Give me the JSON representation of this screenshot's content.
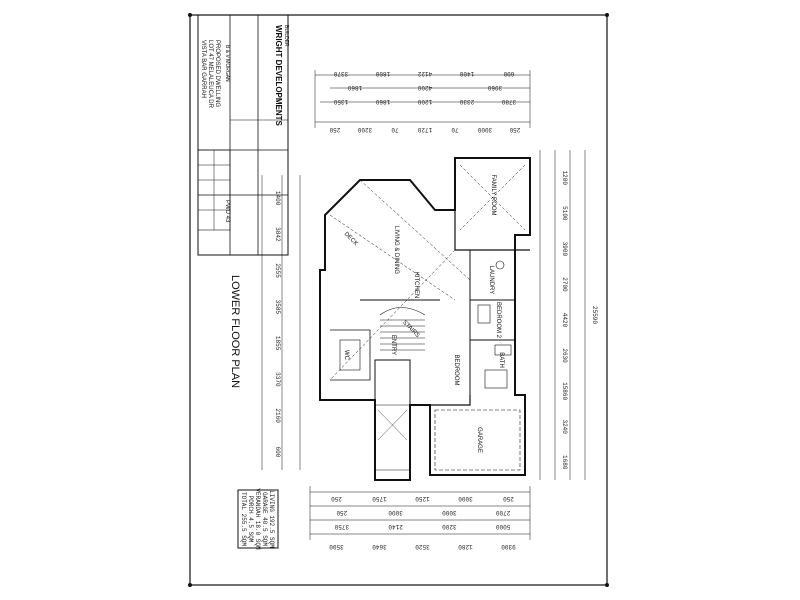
{
  "sheet": {
    "title": "LOWER FLOOR PLAN"
  },
  "title_block": {
    "builder_label": "BUILDER",
    "company": "WRIGHT DEVELOPMENTS",
    "client": "B & V MORGAN",
    "project_lines": [
      "PROPOSED DWELLING",
      "LOT 47 MELALEUCA DR",
      "VISTA BAR GARRAH"
    ],
    "drawing_no": "PWD 43"
  },
  "rooms": [
    {
      "label": "FAMILY ROOM"
    },
    {
      "label": "LIVING & DINING"
    },
    {
      "label": "BEDROOM 2"
    },
    {
      "label": "BEDROOM"
    },
    {
      "label": "LAUNDRY"
    },
    {
      "label": "GARAGE"
    },
    {
      "label": "KITCHEN"
    },
    {
      "label": "ENTRY"
    },
    {
      "label": "BATH"
    },
    {
      "label": "WC"
    },
    {
      "label": "STAIRS"
    },
    {
      "label": "DECK"
    }
  ],
  "dimensions": {
    "top_row1": [
      "3370",
      "1800",
      "4122",
      "1400",
      "600"
    ],
    "top_row2": [
      "1860",
      "4200",
      "3960"
    ],
    "top_row3": [
      "1350",
      "1860",
      "1200",
      "2330",
      "3780"
    ],
    "top_row4": [
      "250",
      "3200",
      "70",
      "1720",
      "70",
      "3000",
      "250"
    ],
    "left_col": [
      "1400",
      "3842",
      "2555",
      "3585",
      "1855",
      "3370",
      "2160",
      "600"
    ],
    "right_col": [
      "1200",
      "5100",
      "3900",
      "2700",
      "4420",
      "2630",
      "15860",
      "3240",
      "1680"
    ],
    "bottom_row1": [
      "250",
      "1750",
      "1250",
      "3000",
      "250"
    ],
    "bottom_row2": [
      "250",
      "3000",
      "3000",
      "2700"
    ],
    "bottom_row3": [
      "3750",
      "2140",
      "3200",
      "5000"
    ],
    "bottom_row4": [
      "3500",
      "3640",
      "3520",
      "1280",
      "9300"
    ],
    "far_right": "25590"
  },
  "notes": {
    "area_schedule": [
      "LIVING 192.5 SQM",
      "GARAGE 40.5 SQM",
      "VERANDAH 18.0 SQM",
      "PORCH 4.5 SQM",
      "TOTAL 255.5 SQM"
    ]
  }
}
